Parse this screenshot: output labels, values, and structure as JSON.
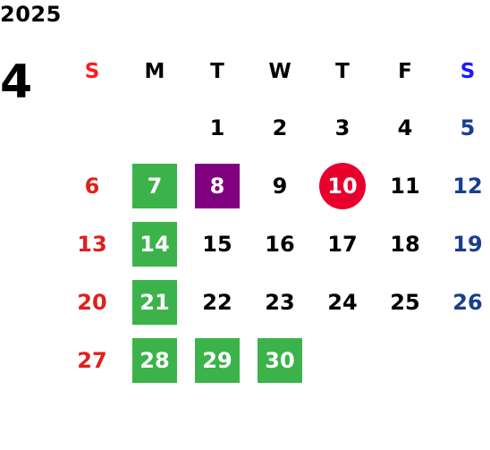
{
  "calendar": {
    "year": "2025",
    "month": "4",
    "weekdays": [
      "S",
      "M",
      "T",
      "W",
      "T",
      "F",
      "S"
    ],
    "weeks": [
      [
        "",
        "",
        "1",
        "2",
        "3",
        "4",
        "5"
      ],
      [
        "6",
        "7",
        "8",
        "9",
        "10",
        "11",
        "12"
      ],
      [
        "13",
        "14",
        "15",
        "16",
        "17",
        "18",
        "19"
      ],
      [
        "20",
        "21",
        "22",
        "23",
        "24",
        "25",
        "26"
      ],
      [
        "27",
        "28",
        "29",
        "30",
        "",
        "",
        ""
      ]
    ],
    "highlights": {
      "7": "green",
      "14": "green",
      "21": "green",
      "28": "green",
      "29": "green",
      "30": "green",
      "8": "purple",
      "10": "circle"
    }
  },
  "colors": {
    "sunday": "#e0201c",
    "saturday": "#1a3d8f",
    "sunday_header": "#ff1a1a",
    "saturday_header": "#1a1aff",
    "green_mark": "#3bb34a",
    "purple_mark": "#800080",
    "red_circle": "#e8002d"
  }
}
